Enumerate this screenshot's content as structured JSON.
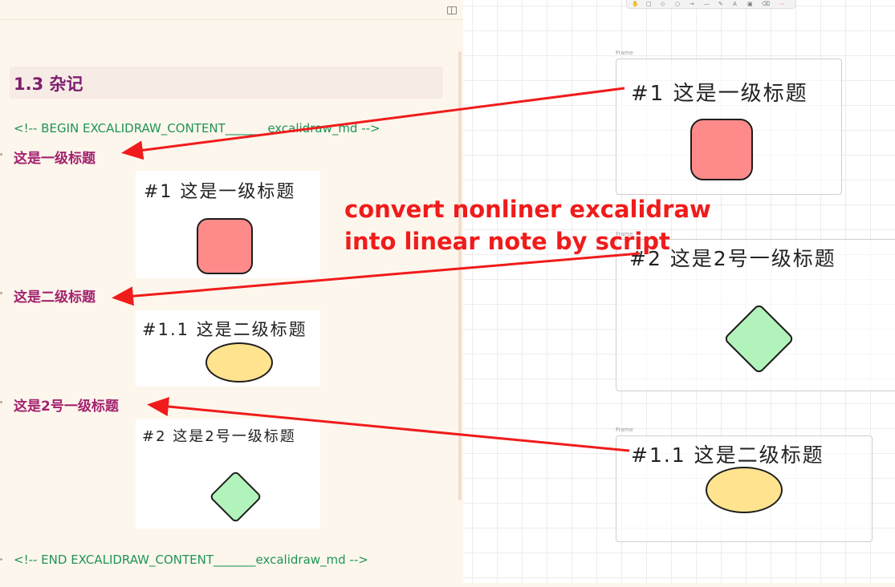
{
  "note": {
    "section_title": "1.3 杂记",
    "begin_comment": "<!-- BEGIN EXCALIDRAW_CONTENT_______excalidraw_md -->",
    "end_comment": "<!-- END EXCALIDRAW_CONTENT_______excalidraw_md -->",
    "headings": [
      "这是一级标题",
      "这是二级标题",
      "这是2号一级标题"
    ],
    "embeds": [
      {
        "title": "#1 这是一级标题",
        "shape": "rounded-square",
        "color": "#ff8a8a"
      },
      {
        "title": "#1.1 这是二级标题",
        "shape": "ellipse",
        "color": "#ffe38f"
      },
      {
        "title": "#2 这是2号一级标题",
        "shape": "diamond",
        "color": "#b2f2bb"
      }
    ]
  },
  "canvas": {
    "frame_label": "Frame",
    "frames": [
      {
        "title": "#1 这是一级标题",
        "shape": "rounded-square",
        "color": "#ff8a8a"
      },
      {
        "title": "#2 这是2号一级标题",
        "shape": "diamond",
        "color": "#b2f2bb"
      },
      {
        "title": "#1.1 这是二级标题",
        "shape": "ellipse",
        "color": "#ffe38f"
      }
    ],
    "annotation_line1": "convert nonliner excalidraw",
    "annotation_line2": "into linear note by script",
    "toolbar_icons": [
      "hand-tool-icon",
      "rectangle-icon",
      "diamond-tool-icon",
      "ellipse-icon",
      "arrow-icon",
      "line-icon",
      "pencil-icon",
      "text-icon",
      "image-icon",
      "eraser-icon",
      "more-tools-icon"
    ]
  },
  "colors": {
    "heading": "#a3236f",
    "section": "#7d1d6d",
    "comment": "#1f9457",
    "annotation": "#f01b1b"
  }
}
